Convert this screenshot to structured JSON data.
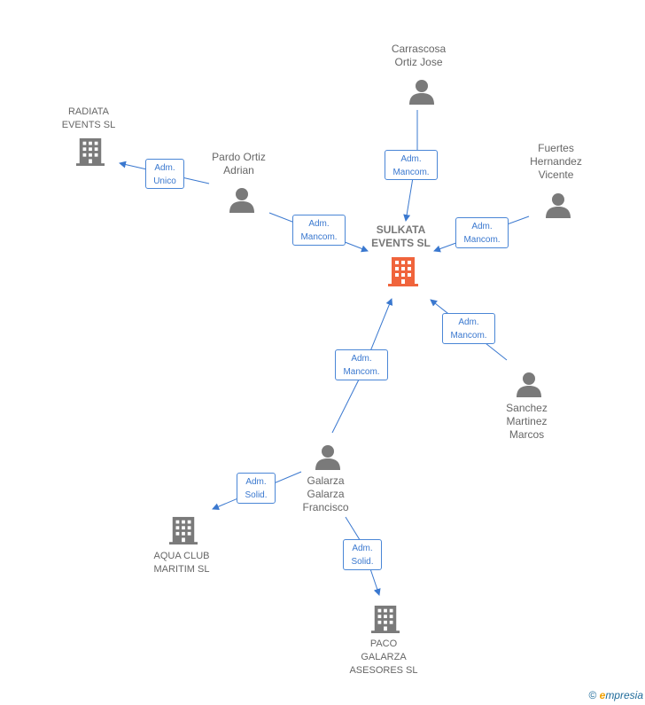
{
  "nodes": {
    "center": {
      "label": "SULKATA\nEVENTS  SL"
    },
    "radiata": {
      "label": "RADIATA\nEVENTS  SL"
    },
    "carrascosa": {
      "label": "Carrascosa\nOrtiz Jose"
    },
    "pardo": {
      "label": "Pardo Ortiz\nAdrian"
    },
    "fuertes": {
      "label": "Fuertes\nHernandez\nVicente"
    },
    "sanchez": {
      "label": "Sanchez\nMartinez\nMarcos"
    },
    "galarza": {
      "label": "Galarza\nGalarza\nFrancisco"
    },
    "aqua": {
      "label": "AQUA CLUB\nMARITIM  SL"
    },
    "paco": {
      "label": "PACO\nGALARZA\nASESORES SL"
    }
  },
  "edges": {
    "pardo_radiata": "Adm.\nUnico",
    "carrascosa_center": "Adm.\nMancom.",
    "pardo_center": "Adm.\nMancom.",
    "fuertes_center": "Adm.\nMancom.",
    "sanchez_center": "Adm.\nMancom.",
    "galarza_center": "Adm.\nMancom.",
    "galarza_aqua": "Adm.\nSolid.",
    "galarza_paco": "Adm.\nSolid."
  },
  "colors": {
    "edge": "#3a78cf",
    "person": "#7a7a7a",
    "company": "#7a7a7a",
    "center_company": "#f0643c"
  },
  "footer": {
    "copyright": "©",
    "brand_first": "e",
    "brand_rest": "mpresia"
  }
}
